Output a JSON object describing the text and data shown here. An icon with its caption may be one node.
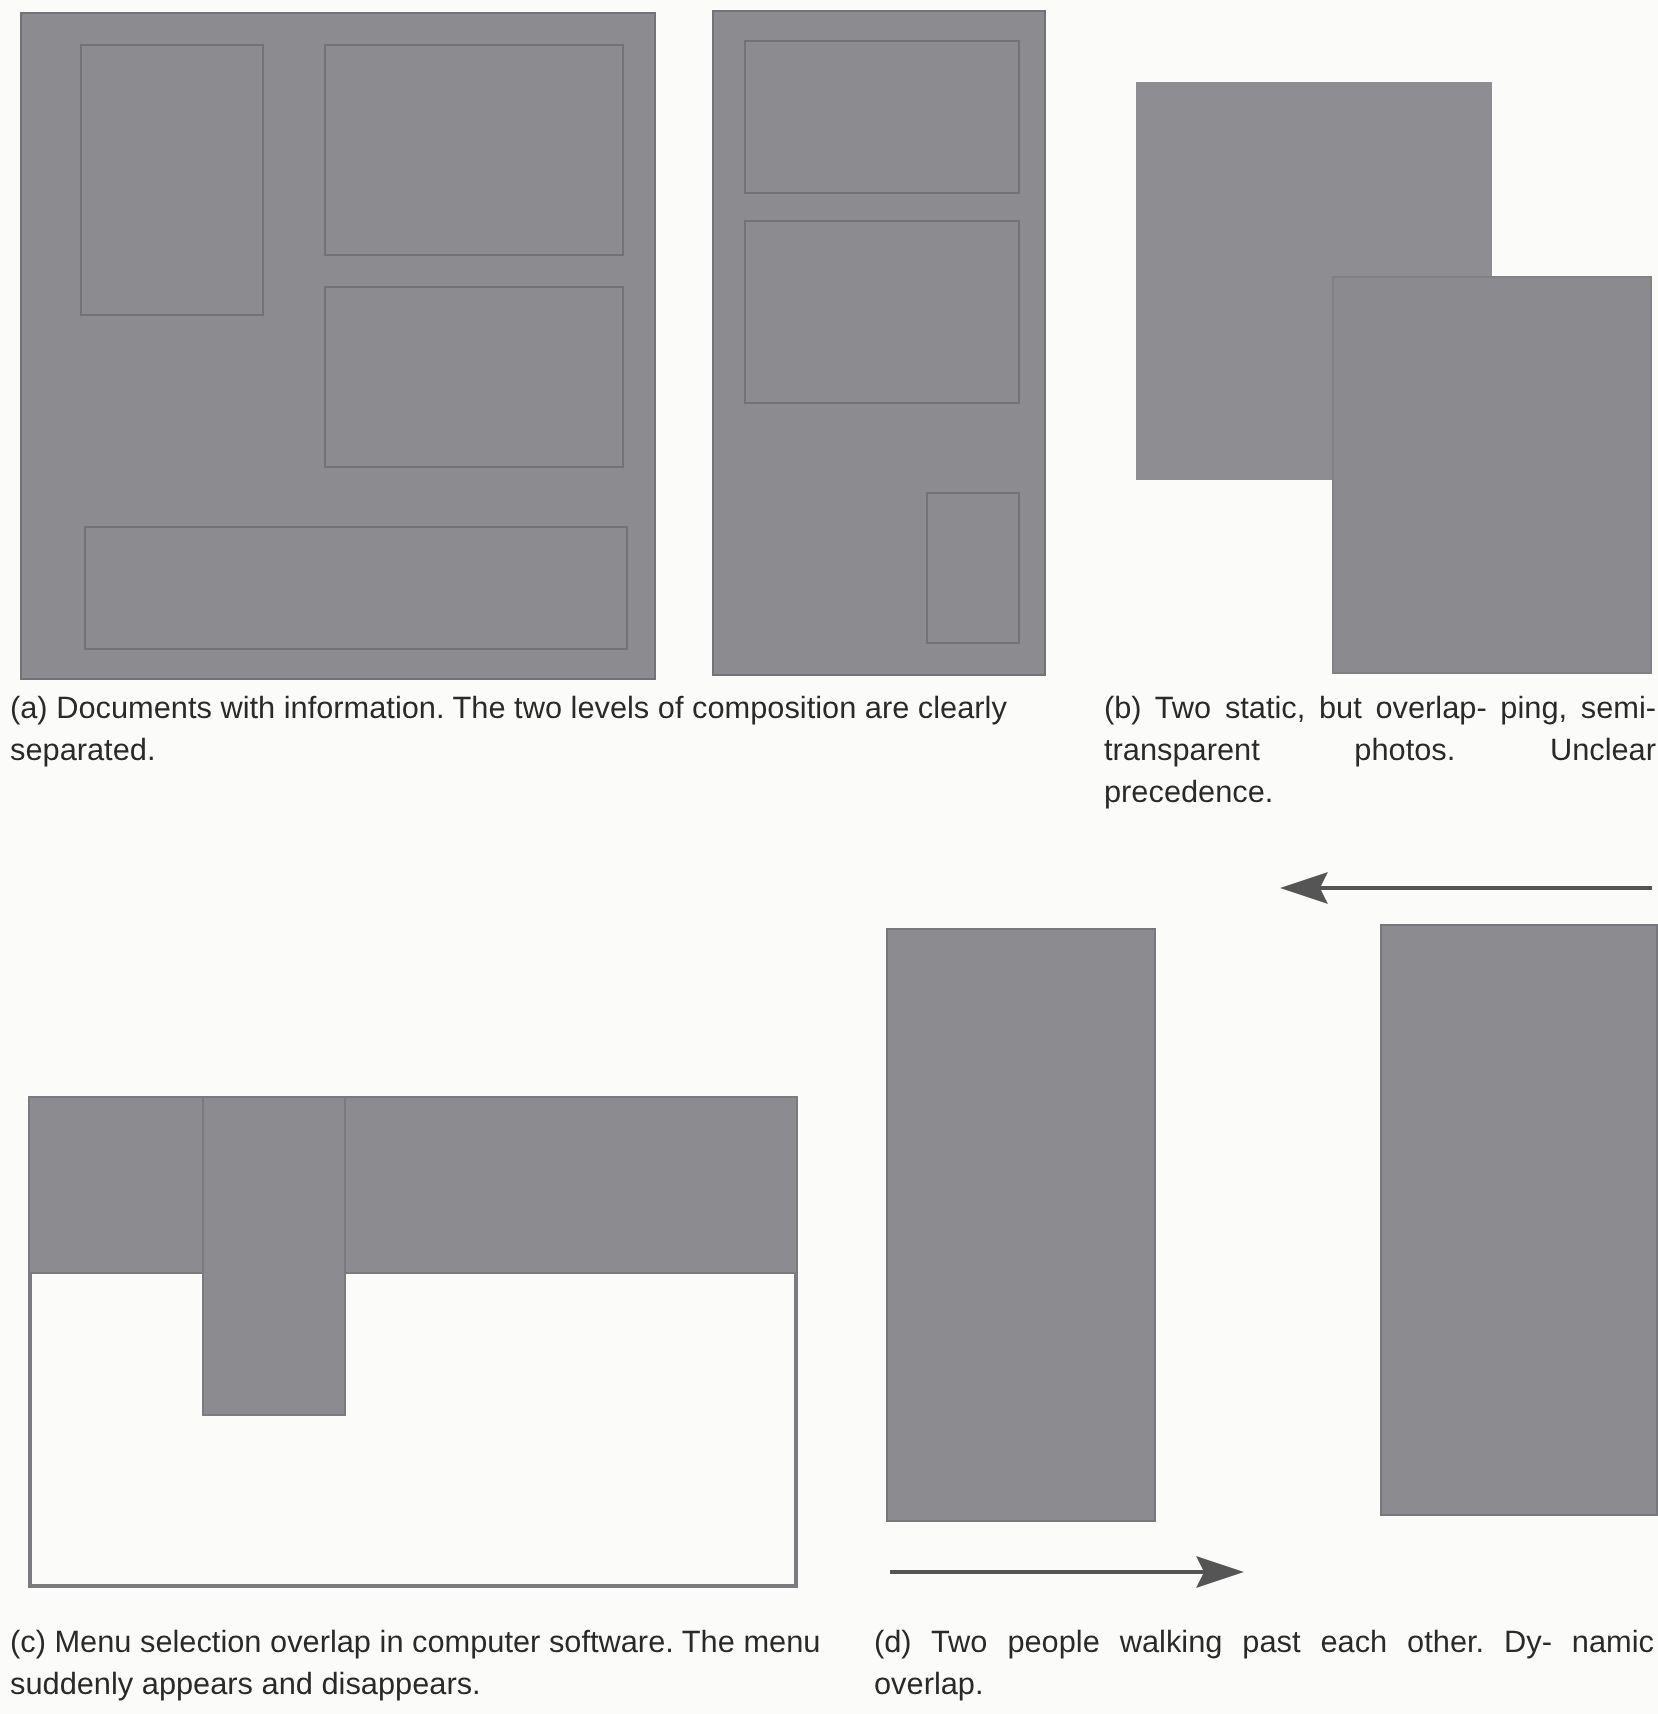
{
  "diagram": {
    "labels": [
      "(a) Documents with information. The two levels of composition are clearly separated.",
      "(b) Two static, but overlap- ping, semi-transparent photos. Unclear precedence.",
      "(c) Menu selection overlap in computer software. The menu suddenly appears and disappears.",
      "(d) Two people walking past each other. Dy- namic overlap."
    ]
  }
}
